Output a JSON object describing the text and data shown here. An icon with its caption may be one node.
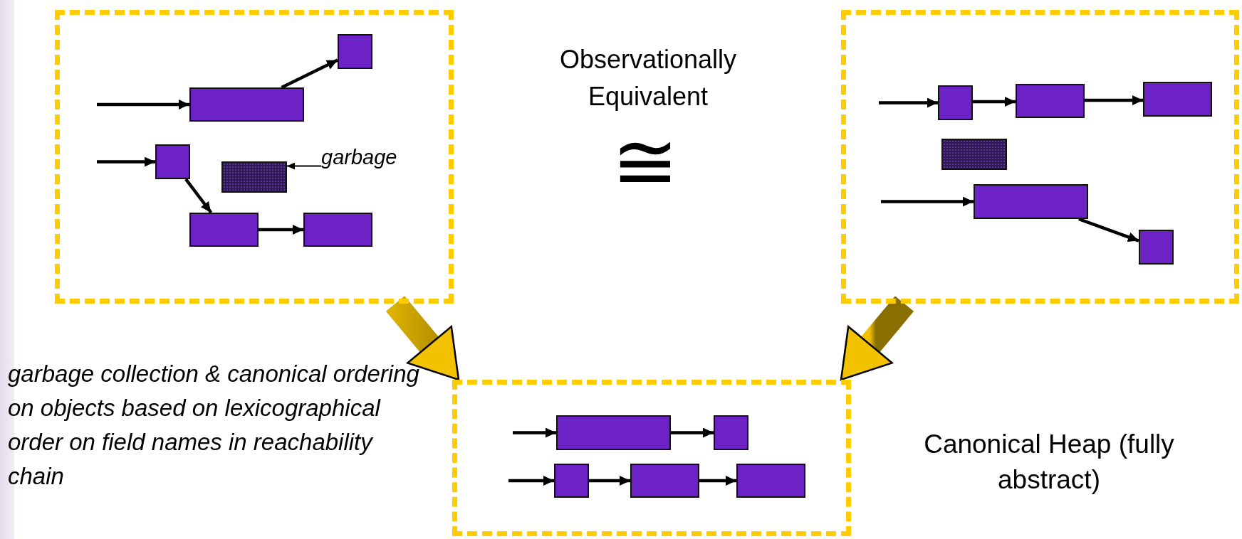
{
  "diagram": {
    "nodes": [
      {
        "text": [],
        "shape": "box"
      },
      {
        "text": [],
        "shape": "box",
        "in": 0
      },
      {
        "text": [],
        "shape": "box",
        "in": 0
      },
      {
        "text": [],
        "shape": "box",
        "in": 0
      },
      {
        "text": [
          "garbage"
        ],
        "in": 0
      },
      {
        "text": [],
        "shape": "box",
        "in": 0
      },
      {
        "text": [],
        "shape": "box",
        "in": 0
      },
      {
        "text": [],
        "shape": "box",
        "in": 0
      },
      {
        "text": [],
        "shape": "box"
      },
      {
        "text": [],
        "shape": "box",
        "in": 8
      },
      {
        "text": [],
        "shape": "box",
        "in": 8
      },
      {
        "text": [],
        "shape": "box",
        "in": 8
      },
      {
        "text": [],
        "shape": "box",
        "in": 8
      },
      {
        "text": [],
        "shape": "box",
        "in": 8
      },
      {
        "text": [],
        "shape": "box",
        "in": 8
      },
      {
        "text": [],
        "shape": "box"
      },
      {
        "text": [],
        "shape": "box",
        "in": 15
      },
      {
        "text": [],
        "shape": "box",
        "in": 15
      },
      {
        "text": [],
        "shape": "box",
        "in": 15
      },
      {
        "text": [],
        "shape": "box",
        "in": 15
      },
      {
        "text": [],
        "shape": "box",
        "in": 15
      }
    ],
    "edges": [
      {
        "from": null,
        "to": 2,
        "arrow": "to"
      },
      {
        "from": 2,
        "to": 1,
        "arrow": "to"
      },
      {
        "from": null,
        "to": 3,
        "arrow": "to"
      },
      {
        "from": 3,
        "to": 6,
        "arrow": "to"
      },
      {
        "from": 6,
        "to": 7,
        "arrow": "to"
      },
      {
        "from": 4,
        "to": 5,
        "arrow": "to"
      },
      {
        "from": null,
        "to": 9,
        "arrow": "to"
      },
      {
        "from": 9,
        "to": 10,
        "arrow": "to"
      },
      {
        "from": 10,
        "to": 11,
        "arrow": "to"
      },
      {
        "from": null,
        "to": 13,
        "arrow": "to"
      },
      {
        "from": 13,
        "to": 14,
        "arrow": "to"
      },
      {
        "from": null,
        "to": 16,
        "arrow": "to"
      },
      {
        "from": 16,
        "to": 17,
        "arrow": "to"
      },
      {
        "from": null,
        "to": 18,
        "arrow": "to"
      },
      {
        "from": 18,
        "to": 19,
        "arrow": "to"
      },
      {
        "from": 19,
        "to": 20,
        "arrow": "to"
      },
      {
        "from": 0,
        "to": 15,
        "arrow": "to",
        "style": "thick",
        "color": "#f2c200"
      },
      {
        "from": 8,
        "to": 15,
        "arrow": "to",
        "style": "thick",
        "color": "#f2c200"
      }
    ],
    "labels": [
      "Observationally Equivalent",
      "≅",
      "garbage collection & canonical ordering on objects based on lexicographical order on field names in reachability chain",
      "Canonical Heap (fully abstract)"
    ]
  }
}
